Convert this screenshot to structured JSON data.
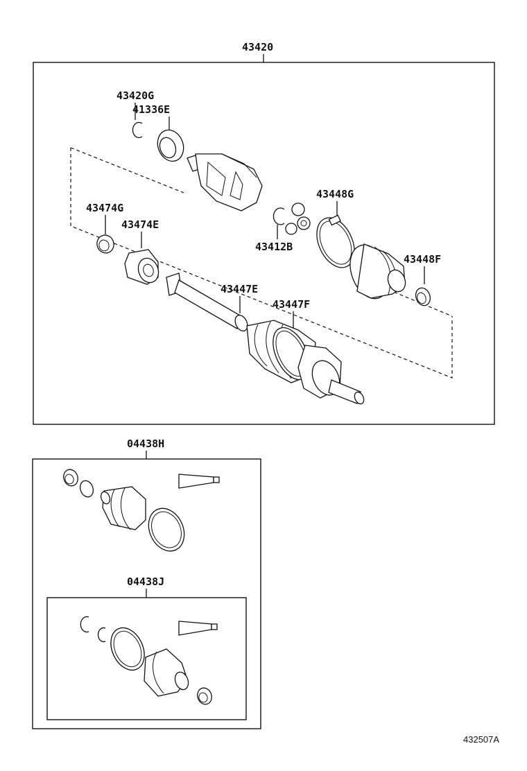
{
  "diagram": {
    "assembly": {
      "part_number": "43420"
    },
    "labels": {
      "snap_ring_outer": "43420G",
      "seal": "41336E",
      "clamp_inboard_small": "43474G",
      "tulip_housing": "43474E",
      "snap_ring_tripod": "43412B",
      "boot_clamp_large": "43448G",
      "boot_clamp_small": "43448F",
      "shaft_clamp": "43447E",
      "outboard_band": "43447F"
    },
    "kit_outer": {
      "part_number": "04438H"
    },
    "kit_inner": {
      "part_number": "04438J"
    },
    "illustration_ref": "432507A"
  }
}
